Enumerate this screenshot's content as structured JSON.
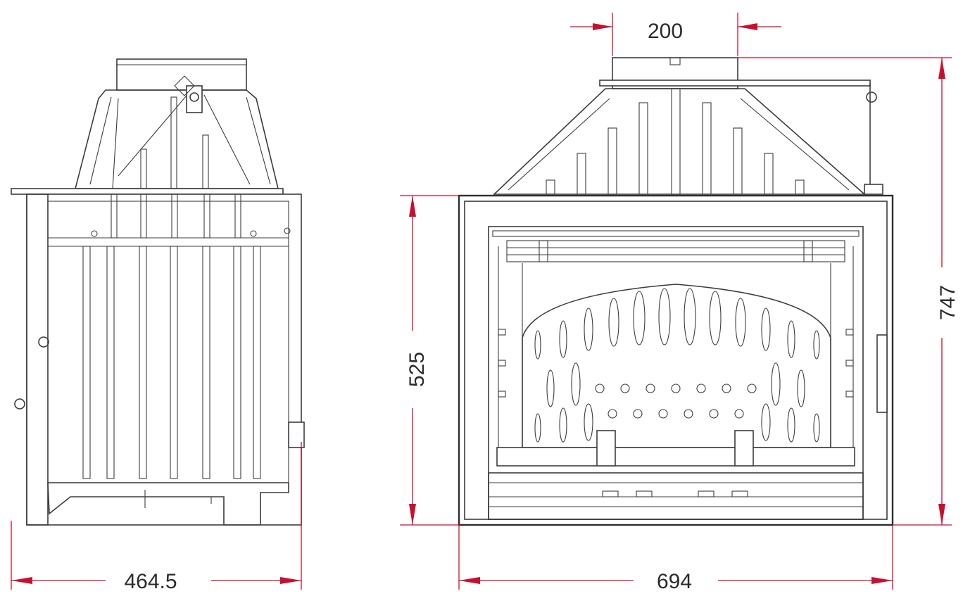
{
  "dimensions": {
    "side_depth": "464.5",
    "front_width": "694",
    "flue_diameter": "200",
    "opening_height": "525",
    "total_height": "747"
  },
  "colors": {
    "dimension_line": "#c8102e",
    "drawing_line": "#3c3c3c",
    "background": "#ffffff"
  }
}
